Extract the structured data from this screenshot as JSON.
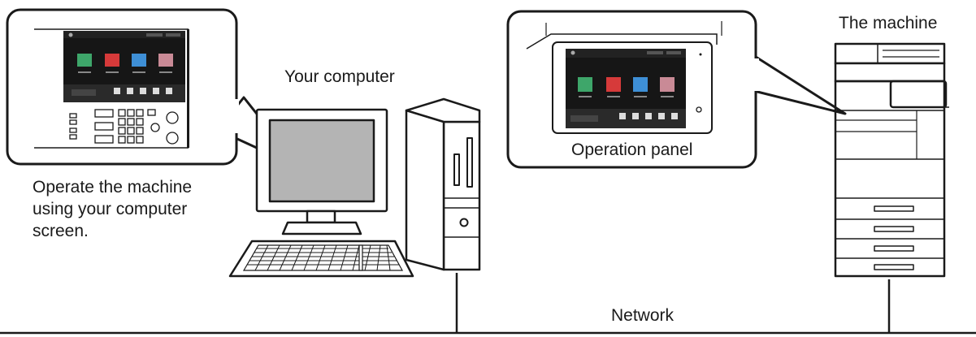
{
  "labels": {
    "machine": "The machine",
    "computer": "Your computer",
    "operation_panel": "Operation panel",
    "operate_lines": [
      "Operate the machine",
      "using your computer",
      "screen."
    ],
    "network": "Network"
  },
  "colors": {
    "stroke": "#1a1a1a",
    "monitor_screen": "#b4b4b4",
    "panel_screen": "#161616",
    "tile_green": "#3ea66a",
    "tile_red": "#d63a3a",
    "tile_blue": "#3e8fd6",
    "tile_pink": "#c98a96"
  }
}
